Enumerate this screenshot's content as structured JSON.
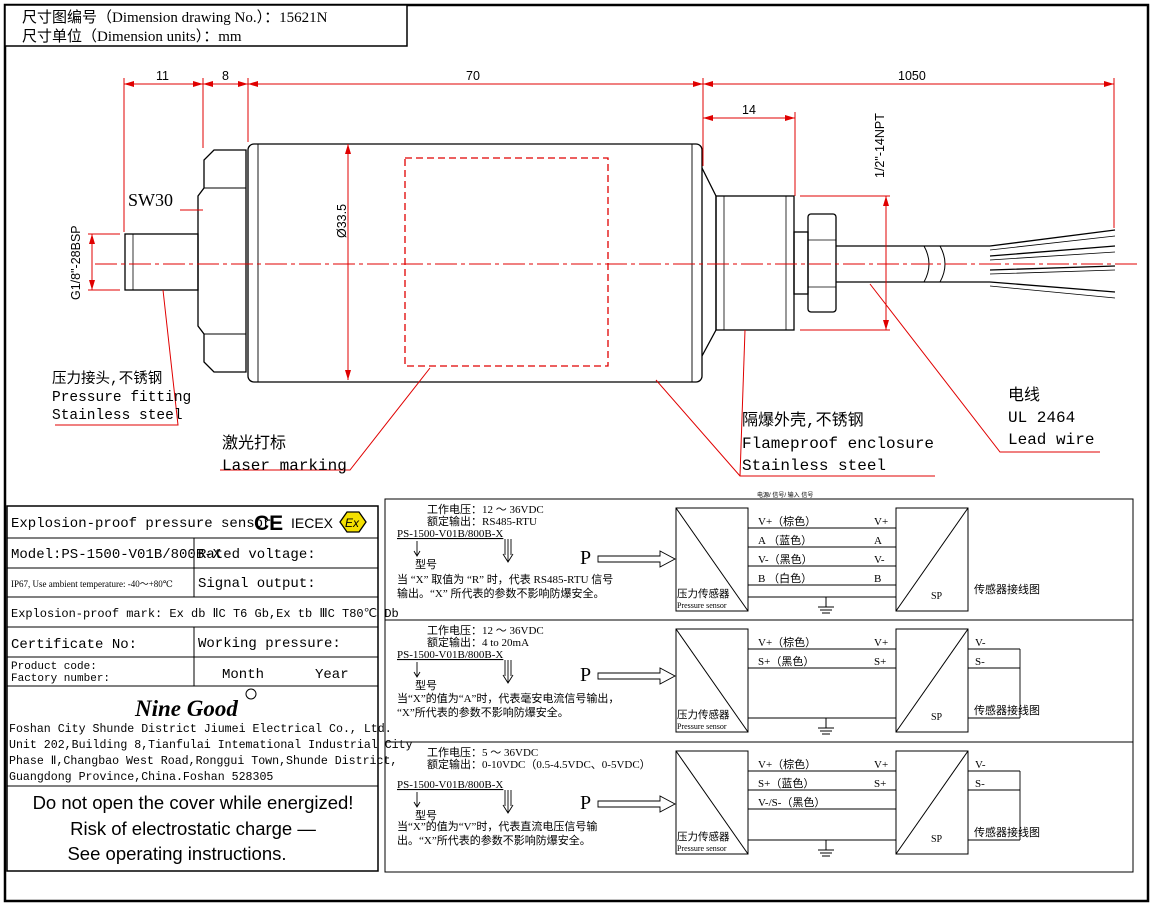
{
  "header": {
    "drawing_no": "尺寸图编号（Dimension drawing No.）：15621N",
    "units": "尺寸单位（Dimension units）：mm"
  },
  "dimensions": {
    "fitting_len": "11",
    "hex_len": "8",
    "body_len": "70",
    "cable_len": "1050",
    "thread_len": "14",
    "wrench": "SW30",
    "diameter": "Ø33.5",
    "pressure_thread": "G1/8\"-28BSP",
    "conduit_thread": "1/2\"-14NPT"
  },
  "callouts": {
    "fitting": [
      "压力接头,不锈钢",
      "Pressure fitting",
      "Stainless steel"
    ],
    "laser": [
      "激光打标",
      "Laser marking"
    ],
    "enclosure": [
      "隔爆外壳,不锈钢",
      "Flameproof enclosure",
      "Stainless steel"
    ],
    "wire": [
      "电线",
      "UL 2464",
      "Lead wire"
    ]
  },
  "nameplate": {
    "title": "Explosion-proof pressure sensor",
    "ce": "CE",
    "iecex": "IECEX",
    "ex": "Ex",
    "model": "Model:PS-1500-V01B/800B-X",
    "rated_voltage": "Rated voltage:",
    "ip_temp": "IP67, Use ambient temperature: -40～+80℃",
    "signal_output": "Signal output:",
    "ex_mark": "Explosion-proof mark: Ex db ⅡC T6 Gb,Ex tb ⅢC T80℃ Db",
    "certificate": "Certificate No:",
    "working_pressure": "Working pressure:",
    "product_code": "Product code:",
    "factory_number": "Factory number:",
    "month": "Month",
    "year": "Year",
    "logo": "Nine Good",
    "company": [
      "Foshan City Shunde District Jiumei Electrical Co., Ltd.",
      "Unit 202,Building 8,Tianfulai Intemational Industrial City",
      "Phase Ⅱ,Changbao West Road,Ronggui Town,Shunde District,",
      "Guangdong Province,China.Foshan 528305"
    ],
    "warning": [
      "Do not open the cover while energized!",
      "Risk of electrostatic charge —",
      "See operating instructions."
    ]
  },
  "wiring": {
    "faint_top": "电源/ 信号/ 输入 信号",
    "sensor_cn": "压力传感器",
    "sensor_en": "Pressure sensor",
    "diagram_label": "传感器接线图",
    "model_line": "PS-1500-V01B/800B-X",
    "model_label": "型号",
    "p": "P",
    "sp": "SP",
    "panels": [
      {
        "voltage": "工作电压：12 ～ 36VDC",
        "output": "额定输出：RS485-RTU",
        "note": [
          "当 “X” 取值为 “R” 时，代表 RS485-RTU 信号",
          "输出。“X” 所代表的参数不影响防爆安全。"
        ],
        "wires": [
          {
            "label": "V+（棕色）",
            "term": "V+"
          },
          {
            "label": "A （蓝色）",
            "term": "A"
          },
          {
            "label": "V-（黑色）",
            "term": "V-"
          },
          {
            "label": "B （白色）",
            "term": "B"
          }
        ],
        "outputs": []
      },
      {
        "voltage": "工作电压：12 ～ 36VDC",
        "output": "额定输出：4 to 20mA",
        "note": [
          "当“X”的值为“A”时，代表毫安电流信号输出，",
          "“X”所代表的参数不影响防爆安全。"
        ],
        "wires": [
          {
            "label": "V+（棕色）",
            "term": "V+"
          },
          {
            "label": "S+（黑色）",
            "term": "S+"
          }
        ],
        "outputs": [
          "V-",
          "S-"
        ]
      },
      {
        "voltage": "工作电压：5 ～ 36VDC",
        "output": "额定输出：0-10VDC（0.5-4.5VDC、0-5VDC）",
        "note": [
          "当“X”的值为“V”时，代表直流电压信号输",
          "出。“X”所代表的参数不影响防爆安全。"
        ],
        "wires": [
          {
            "label": "V+（棕色）",
            "term": "V+"
          },
          {
            "label": "S+（蓝色）",
            "term": "S+"
          },
          {
            "label": "V-/S-（黑色）",
            "term": ""
          }
        ],
        "outputs": [
          "V-",
          "S-"
        ]
      }
    ]
  }
}
